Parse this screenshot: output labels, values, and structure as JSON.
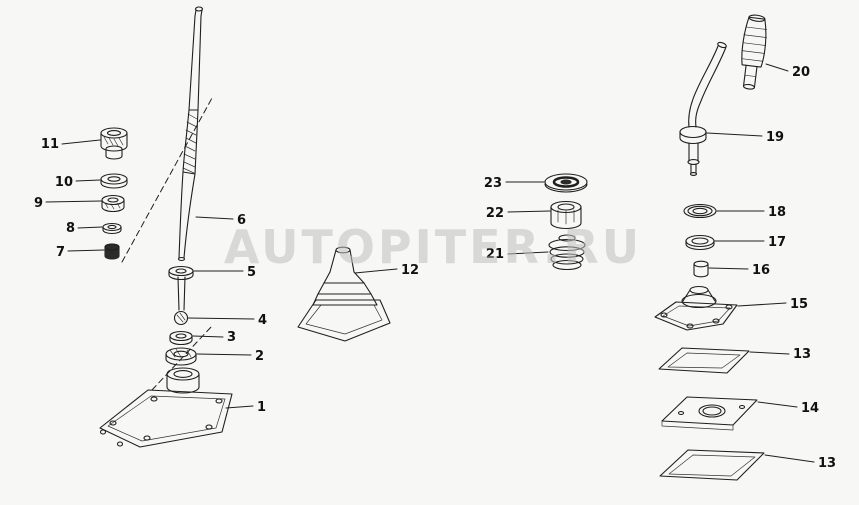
{
  "watermark": "AUTOPITER.RU",
  "colors": {
    "background": "#f7f7f5",
    "line": "#1f1f1f",
    "label": "#111111",
    "watermark": "#bfbfbf"
  },
  "diagram": {
    "callouts": [
      {
        "label": "11"
      },
      {
        "label": "10"
      },
      {
        "label": "9"
      },
      {
        "label": "8"
      },
      {
        "label": "7"
      },
      {
        "label": "6"
      },
      {
        "label": "5"
      },
      {
        "label": "4"
      },
      {
        "label": "3"
      },
      {
        "label": "2"
      },
      {
        "label": "1"
      },
      {
        "label": "12"
      },
      {
        "label": "23"
      },
      {
        "label": "22"
      },
      {
        "label": "21"
      },
      {
        "label": "20"
      },
      {
        "label": "19"
      },
      {
        "label": "18"
      },
      {
        "label": "17"
      },
      {
        "label": "16"
      },
      {
        "label": "15"
      },
      {
        "label": "13"
      },
      {
        "label": "14"
      },
      {
        "label": "13"
      }
    ]
  }
}
